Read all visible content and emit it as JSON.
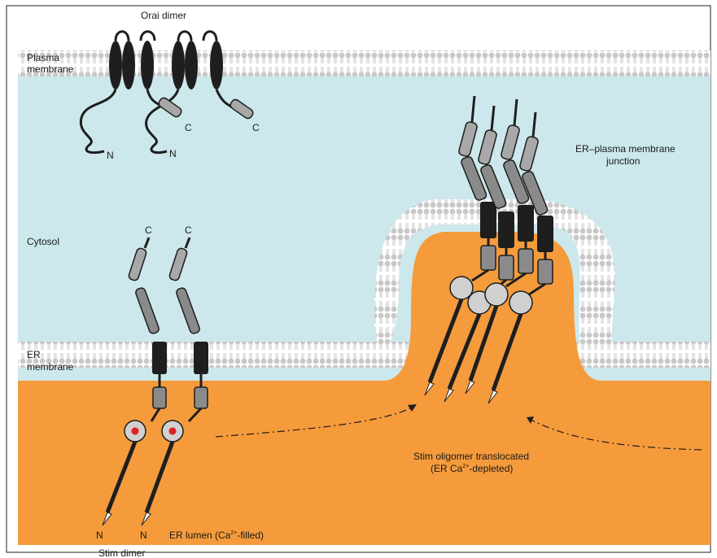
{
  "labels": {
    "orai_dimer": "Orai dimer",
    "plasma_membrane_1": "Plasma",
    "plasma_membrane_2": "membrane",
    "cytosol": "Cytosol",
    "er_membrane_1": "ER",
    "er_membrane_2": "membrane",
    "junction_1": "ER–plasma membrane",
    "junction_2": "junction",
    "translocated_1": "Stim oligomer translocated",
    "translocated_2_pre": "(ER Ca",
    "translocated_2_sup": "2+",
    "translocated_2_post": "-depleted)",
    "lumen_pre": "ER lumen (Ca",
    "lumen_sup": "2+",
    "lumen_post": "-filled)",
    "stim_dimer": "Stim dimer",
    "terminal_n": "N",
    "terminal_c": "C"
  },
  "colors": {
    "cytosol": "#cce8ec",
    "lumen": "#f59b3c",
    "lipid_head": "#c8c8c8",
    "lipid_tail": "#ffffff",
    "helix": "#1e1e1e",
    "coiled_coil": "#a8a8a8",
    "calcium": "#e02020"
  }
}
